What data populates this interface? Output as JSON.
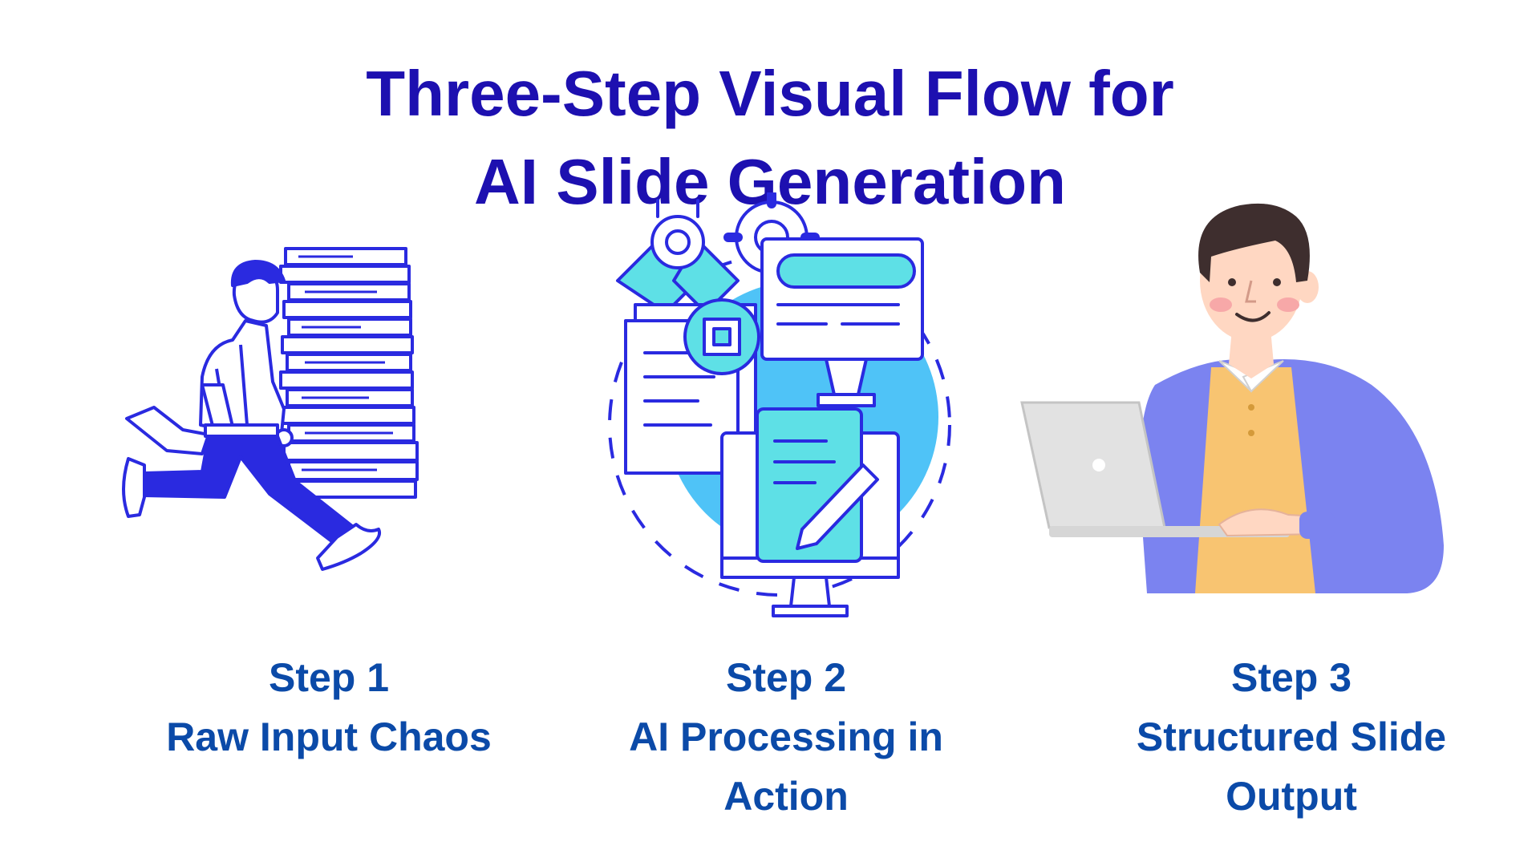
{
  "title": {
    "line1": "Three-Step Visual Flow for",
    "line2": "AI Slide Generation"
  },
  "steps": [
    {
      "label": "Step 1",
      "desc_line1": "Raw Input Chaos",
      "desc_line2": "",
      "icon": "running-man-with-papers-icon"
    },
    {
      "label": "Step 2",
      "desc_line1": "AI Processing in",
      "desc_line2": "Action",
      "icon": "ai-processing-icon"
    },
    {
      "label": "Step 3",
      "desc_line1": "Structured Slide",
      "desc_line2": "Output",
      "icon": "man-with-laptop-icon"
    }
  ],
  "colors": {
    "title": "#1d10b0",
    "caption": "#0b4aa8",
    "line_art": "#2a2ae0",
    "accent_cyan": "#4fc3f7",
    "sweater": "#7b83f0",
    "vest": "#f8c471"
  }
}
